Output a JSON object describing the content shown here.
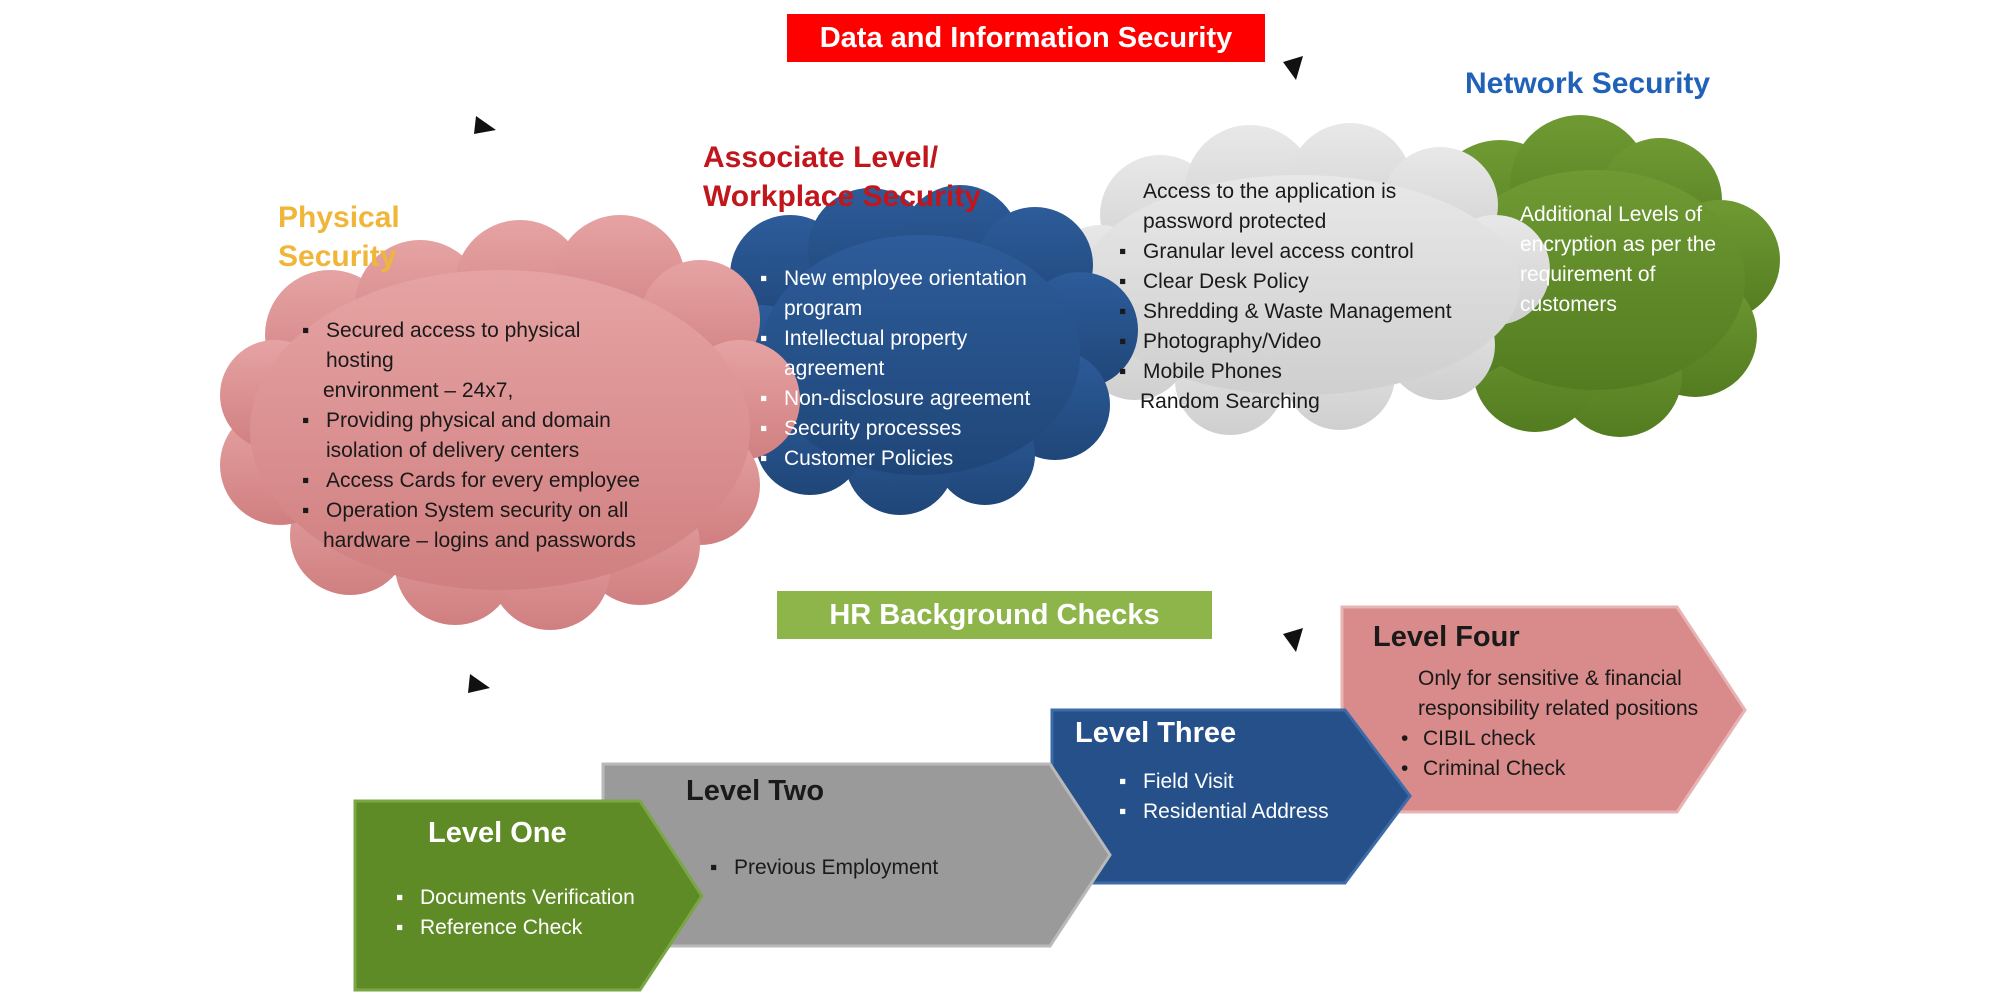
{
  "colors": {
    "red_banner": "#ff0000",
    "green_banner": "#8db54a",
    "physical_heading": "#f0b63a",
    "associate_heading": "#c0161c",
    "network_heading": "#1f62b7",
    "pink_cloud": "#d98a8a",
    "blue_cloud": "#25508a",
    "gray_cloud": "#dadada",
    "green_cloud": "#5f8b27",
    "level_one": "#5f8b27",
    "level_two": "#9a9a9a",
    "level_three": "#25508a",
    "level_four": "#d98a8a"
  },
  "banners": {
    "data_security": "Data and Information Security",
    "hr_checks": "HR Background Checks"
  },
  "physical": {
    "heading_line1": "Physical",
    "heading_line2": "Security",
    "item1_line1": "Secured access to physical",
    "item1_line2": "hosting",
    "item1_line3": "environment – 24x7,",
    "item2_line1": "Providing physical and domain",
    "item2_line2": "isolation of delivery centers",
    "item3": "Access Cards for every employee",
    "item4_line1": "Operation System security on all",
    "item4_line2": "hardware – logins and passwords"
  },
  "associate": {
    "heading_line1": "Associate Level/",
    "heading_line2": "Workplace Security",
    "items": [
      "New employee orientation program",
      "Intellectual property agreement",
      "Non-disclosure agreement",
      "Security processes",
      "Customer Policies"
    ]
  },
  "network": {
    "heading": "Network Security",
    "gray_intro_line1": "Access to the application is",
    "gray_intro_line2": "password protected",
    "gray_items": [
      "Granular level access control",
      "Clear Desk Policy",
      "Shredding & Waste Management",
      "Photography/Video",
      "Mobile Phones"
    ],
    "gray_last": "Random Searching",
    "green_text": "Additional Levels of encryption as per the requirement of customers"
  },
  "levels": {
    "one": {
      "title": "Level One",
      "items": [
        "Documents Verification",
        "Reference  Check"
      ]
    },
    "two": {
      "title": "Level Two",
      "items": [
        "Previous Employment"
      ]
    },
    "three": {
      "title": "Level Three",
      "items": [
        "Field Visit",
        "Residential Address"
      ]
    },
    "four": {
      "title": "Level Four",
      "intro": "Only for sensitive & financial responsibility related positions",
      "items": [
        "CIBIL check",
        "Criminal Check"
      ]
    }
  }
}
